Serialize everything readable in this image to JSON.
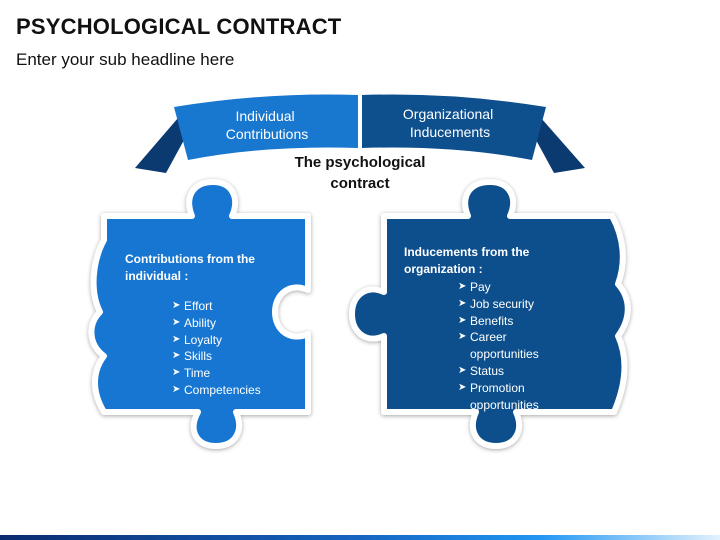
{
  "header": {
    "title": "PSYCHOLOGICAL CONTRACT",
    "subtitle": "Enter your sub headline here"
  },
  "banner": {
    "left_label": [
      "Individual",
      "Contributions"
    ],
    "right_label": [
      "Organizational",
      "Inducements"
    ]
  },
  "center": {
    "label_lines": [
      "The psychological",
      "contract"
    ]
  },
  "left_piece": {
    "heading_lines": [
      "Contributions from the",
      "individual :"
    ],
    "items": [
      "Effort",
      "Ability",
      "Loyalty",
      "Skills",
      "Time",
      "Competencies"
    ]
  },
  "right_piece": {
    "heading_lines": [
      "Inducements from the",
      "organization :"
    ],
    "items": [
      [
        "Pay"
      ],
      [
        "Job security"
      ],
      [
        "Benefits"
      ],
      [
        "Career",
        "opportunities"
      ],
      [
        "Status"
      ],
      [
        "Promotion",
        "opportunities"
      ]
    ]
  },
  "colors": {
    "left_piece": "#1976d2",
    "right_piece": "#0d4f8c",
    "banner_dark": "#0b3f77",
    "text": "#111111"
  },
  "icons": {
    "bullet": "arrowhead-bullet-icon"
  }
}
